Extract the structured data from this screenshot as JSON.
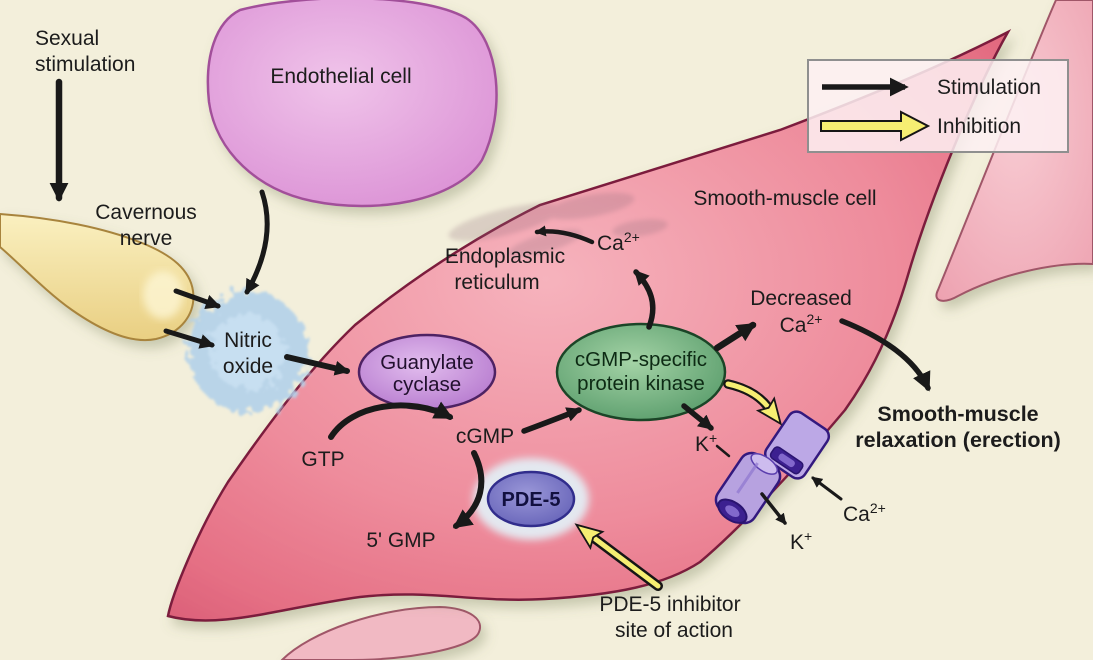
{
  "legend": {
    "stimulation": "Stimulation",
    "inhibition": "Inhibition"
  },
  "labels": {
    "sexual_stimulation_line1": "Sexual",
    "sexual_stimulation_line2": "stimulation",
    "cavernous_nerve_line1": "Cavernous",
    "cavernous_nerve_line2": "nerve",
    "endothelial_cell": "Endothelial cell",
    "smooth_muscle_cell": "Smooth-muscle cell",
    "nitric_oxide_line1": "Nitric",
    "nitric_oxide_line2": "oxide",
    "endoplasmic_reticulum_line1": "Endoplasmic",
    "endoplasmic_reticulum_line2": "reticulum",
    "guanylate_cyclase_line1": "Guanylate",
    "guanylate_cyclase_line2": "cyclase",
    "gtp": "GTP",
    "cgmp": "cGMP",
    "five_gmp": "5' GMP",
    "pde5": "PDE-5",
    "cgmp_kinase_line1": "cGMP-specific",
    "cgmp_kinase_line2": "protein kinase",
    "decreased": "Decreased",
    "relaxation_line1": "Smooth-muscle",
    "relaxation_line2": "relaxation (erection)",
    "pde5_inhibitor_line1": "PDE-5 inhibitor",
    "pde5_inhibitor_line2": "site of action"
  },
  "ions": {
    "calcium": "Ca",
    "calcium_charge": "2+",
    "potassium": "K",
    "potassium_charge": "+"
  },
  "colors": {
    "background": "#f3efdb",
    "smooth_muscle_cell": "#ee8c9c",
    "cell_outline": "#7c1f3e",
    "neighbor_cell": "#f2b9c3",
    "endothelial_cell": "#dd92d6",
    "cavernous_nerve": "#f5e5a3",
    "nitric_oxide_halo": "#b4d3eb",
    "guanylate_cyclase": "#b272cc",
    "cgmp_kinase": "#4e9460",
    "pde5_enzyme": "#5f5cb4",
    "ion_channel": "#b9a4e2",
    "stimulation_arrow": "#191919",
    "inhibition_arrow": "#f6ee72"
  }
}
